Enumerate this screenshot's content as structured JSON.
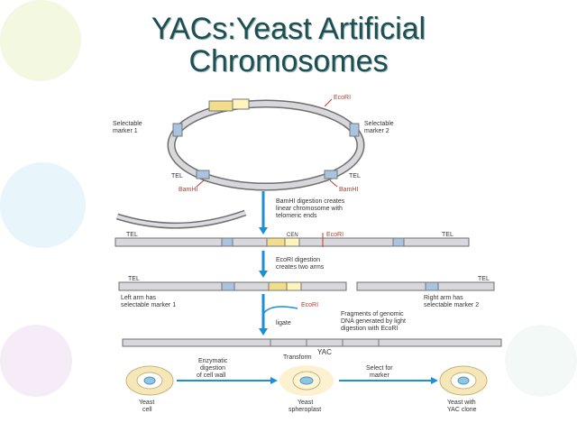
{
  "slide": {
    "title_line1": "YACs:Yeast Artificial",
    "title_line2": "Chromosomes"
  },
  "diagram": {
    "plasmid": {
      "selectable_marker_left": [
        "Selectable",
        "marker 1"
      ],
      "selectable_marker_right": [
        "Selectable",
        "marker 2"
      ],
      "enzyme_top": "EcoRI",
      "tel_left": "TEL",
      "tel_right": "TEL",
      "enzyme_bottom_left": "BamHI",
      "enzyme_bottom_right": "BamHI"
    },
    "step1": [
      "BamHI digestion creates",
      "linear chromosome with",
      "telomeric ends"
    ],
    "linear_labels": {
      "tel_left": "TEL",
      "tel_right": "TEL",
      "cen": "CEN",
      "ecori": "EcoRI"
    },
    "step2": [
      "EcoRI digestion",
      "creates two arms"
    ],
    "arm_labels": {
      "tel_left": "TEL",
      "tel_right": "TEL",
      "left_arm": [
        "Left arm has",
        "selectable marker 1"
      ],
      "right_arm": [
        "Right arm has",
        "selectable marker 2"
      ]
    },
    "step3": {
      "ligate": "ligate",
      "enzyme": "EcoRI",
      "fragments": [
        "Fragments of genomic",
        "DNA generated by light",
        "digestion with EcoRI"
      ]
    },
    "yac_label": "YAC",
    "transform": "Transform",
    "cells": {
      "yeast_cell": [
        "Yeast",
        "cell"
      ],
      "enzymatic": [
        "Enzymatic",
        "digestion",
        "of cell wall"
      ],
      "spheroplast": [
        "Yeast",
        "spheroplast"
      ],
      "select": [
        "Select for",
        "marker"
      ],
      "yac_clone": [
        "Yeast with",
        "YAC clone"
      ]
    }
  }
}
